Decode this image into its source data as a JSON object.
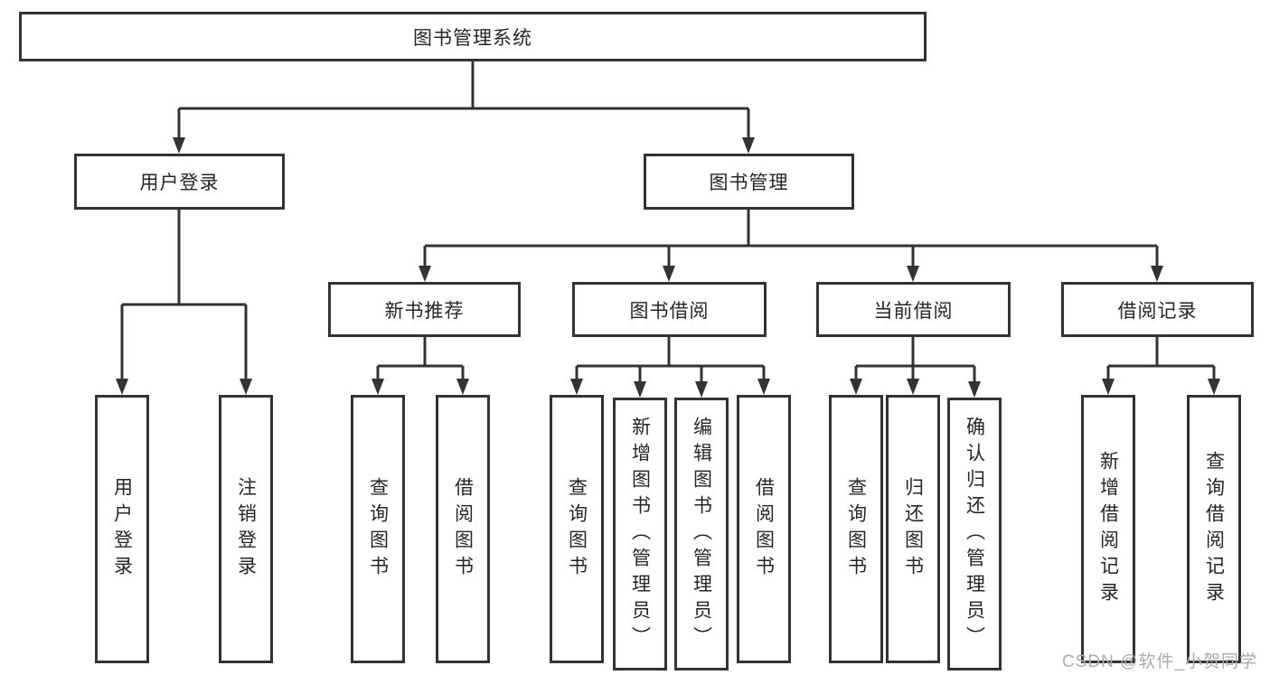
{
  "diagram": {
    "root": {
      "label": "图书管理系统"
    },
    "branches": [
      {
        "label": "用户登录",
        "children": [
          {
            "label": "用户登录"
          },
          {
            "label": "注销登录"
          }
        ]
      },
      {
        "label": "图书管理",
        "groups": [
          {
            "label": "新书推荐",
            "children": [
              {
                "label": "查询图书"
              },
              {
                "label": "借阅图书"
              }
            ]
          },
          {
            "label": "图书借阅",
            "children": [
              {
                "label": "查询图书"
              },
              {
                "label": "新增图书（管理员）"
              },
              {
                "label": "编辑图书（管理员）"
              },
              {
                "label": "借阅图书"
              }
            ]
          },
          {
            "label": "当前借阅",
            "children": [
              {
                "label": "查询图书"
              },
              {
                "label": "归还图书"
              },
              {
                "label": "确认归还（管理员）"
              }
            ]
          },
          {
            "label": "借阅记录",
            "children": [
              {
                "label": "新增借阅记录"
              },
              {
                "label": "查询借阅记录"
              }
            ]
          }
        ]
      }
    ]
  },
  "watermark": {
    "text": "CSDN @软件_小贺同学"
  },
  "colors": {
    "line": "#333333",
    "text": "#262626",
    "watermark": "#ababab",
    "background": "#ffffff"
  }
}
